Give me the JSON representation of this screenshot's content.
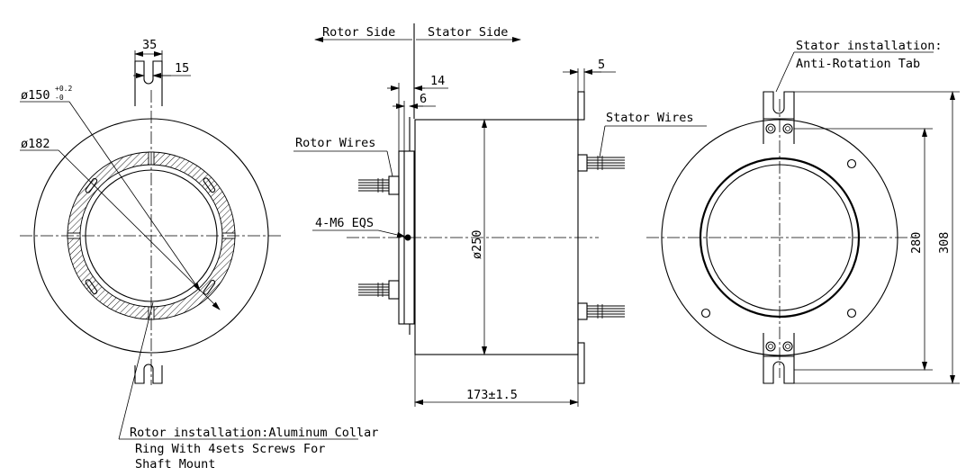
{
  "sides": {
    "rotor_side": "Rotor Side",
    "stator_side": "Stator Side"
  },
  "labels": {
    "stator_installation_line1": "Stator installation:",
    "stator_installation_line2": "Anti-Rotation Tab",
    "stator_wires": "Stator Wires",
    "rotor_wires": "Rotor Wires",
    "screws": "4-M6 EQS",
    "rotor_installation_line1": "Rotor installation:Aluminum Collar",
    "rotor_installation_line2": "Ring With 4sets Screws For",
    "rotor_installation_line3": "Shaft Mount"
  },
  "dimensions": {
    "tab_width": "35",
    "slot_width": "15",
    "bore_diameter": "ø150",
    "bore_tol_upper": "+0.2",
    "bore_tol_lower": "-0",
    "collar_diameter": "ø182",
    "flange_offset": "14",
    "flange_thickness": "6",
    "tab_thickness": "5",
    "body_diameter": "ø250",
    "body_length": "173±1.5",
    "tab_hole_spacing": "280",
    "overall_height": "308"
  }
}
